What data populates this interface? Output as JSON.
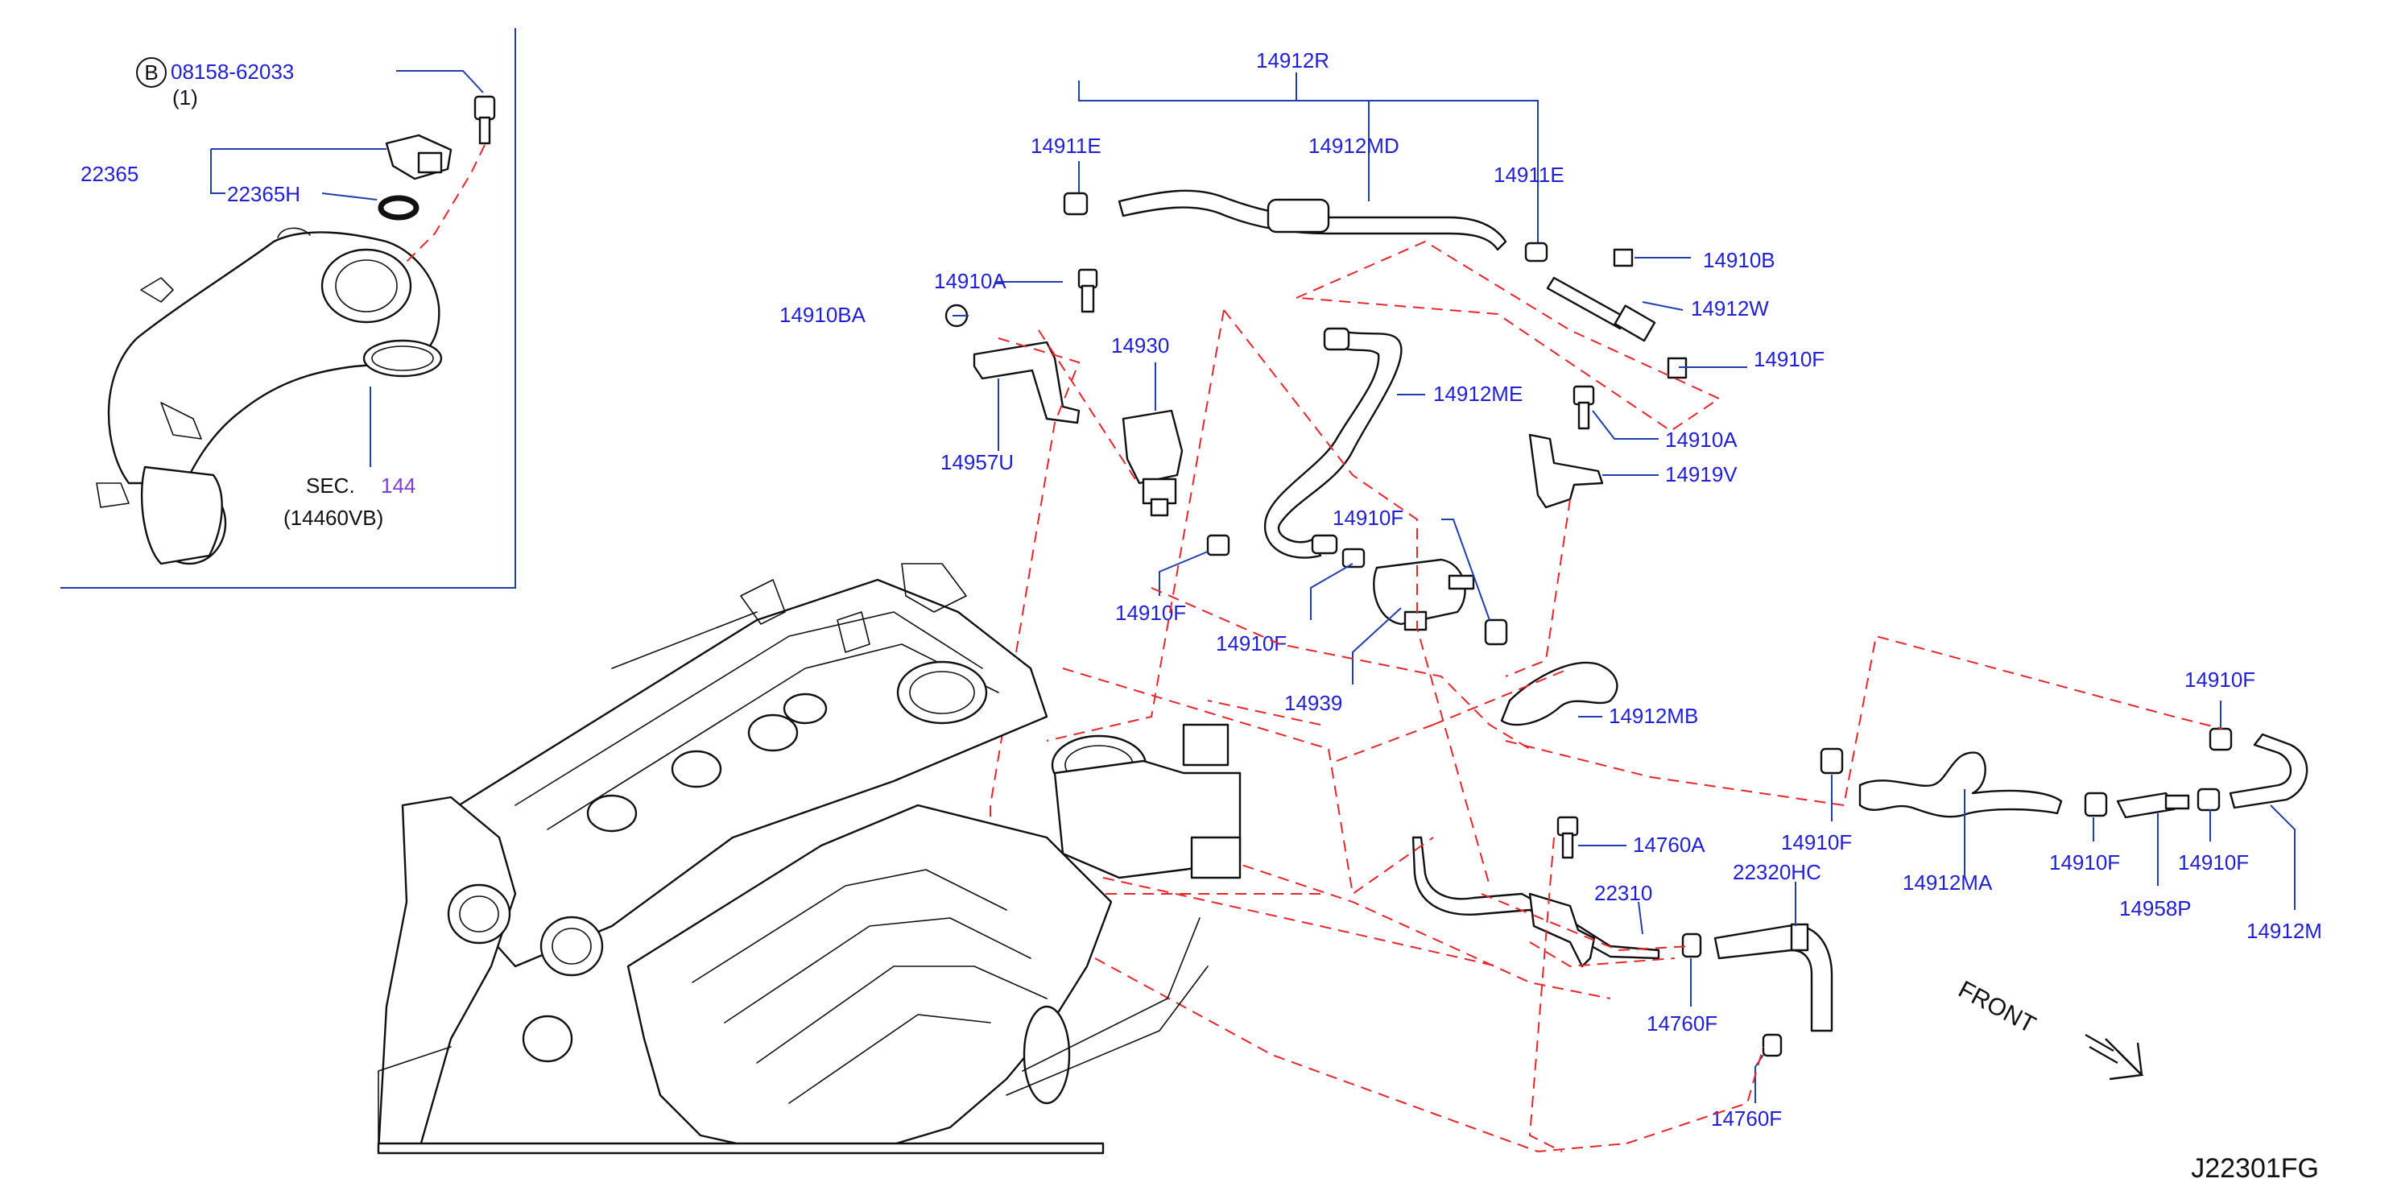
{
  "diagram": {
    "inset": {
      "bolt_circle_letter": "B",
      "bolt_part": "08158-62033",
      "bolt_qty": "(1)",
      "sensor_part": "22365",
      "oring_part": "22365H",
      "sec_prefix": "SEC.",
      "sec_number": "144",
      "sec_sub": "(14460VB)"
    },
    "labels": {
      "p14912R": "14912R",
      "p14911E_left": "14911E",
      "p14912MD": "14912MD",
      "p14911E_right": "14911E",
      "p14910B": "14910B",
      "p14912W": "14912W",
      "p14910F_top": "14910F",
      "p14910A_top": "14910A",
      "p14910BA": "14910BA",
      "p14930": "14930",
      "p14912ME": "14912ME",
      "p14957U": "14957U",
      "p14910A_mid": "14910A",
      "p14919V": "14919V",
      "p14910F_valve": "14910F",
      "p14910F_left": "14910F",
      "p14910F_center": "14910F",
      "p14939": "14939",
      "p14912MB": "14912MB",
      "p14910F_right_top": "14910F",
      "p14910F_mid": "14910F",
      "p14912MA": "14912MA",
      "p14910F_r1": "14910F",
      "p14910F_r2": "14910F",
      "p14958P": "14958P",
      "p14912M": "14912M",
      "p14760A": "14760A",
      "p22310": "22310",
      "p22320HC": "22320HC",
      "p14760F_a": "14760F",
      "p14760F_b": "14760F"
    },
    "front_label": "FRONT",
    "diagram_code": "J22301FG",
    "colors": {
      "label_blue": "#1f1fd6",
      "leader_blue": "#1f3fb0",
      "dashed_red": "#e8252a",
      "section_purple": "#7b3fe0"
    }
  }
}
